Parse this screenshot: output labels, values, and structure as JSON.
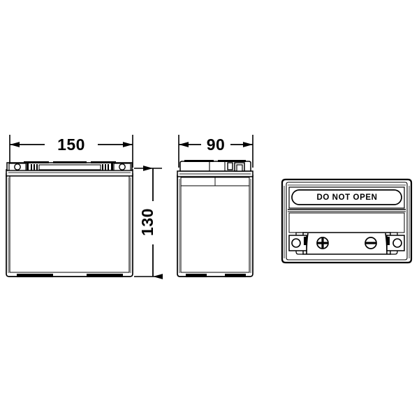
{
  "drawing": {
    "title": "Battery dimensional drawing",
    "background_color": "#ffffff",
    "line_color": "#000000",
    "fill_color": "#ffffff",
    "shade_color": "#e8e8e8",
    "units": "mm"
  },
  "dimensions": {
    "width": {
      "label": "150",
      "view": "front",
      "orientation": "horizontal"
    },
    "height": {
      "label": "130",
      "view": "front",
      "orientation": "vertical"
    },
    "depth": {
      "label": "90",
      "view": "side",
      "orientation": "horizontal"
    }
  },
  "views": {
    "front": {
      "name": "front-view",
      "dimension_labels": [
        "150",
        "130"
      ]
    },
    "side": {
      "name": "side-view",
      "dimension_labels": [
        "90"
      ]
    },
    "top": {
      "name": "top-view",
      "warning_label": "DO NOT  OPEN",
      "terminals": [
        {
          "name": "terminal-screw-cross",
          "type": "cross-head"
        },
        {
          "name": "terminal-screw-slot",
          "type": "slotted-head"
        }
      ]
    }
  }
}
